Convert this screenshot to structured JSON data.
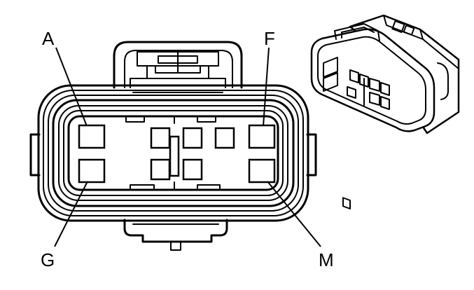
{
  "labels": {
    "top_left": "A",
    "top_right": "F",
    "bottom_left": "G",
    "bottom_right": "M"
  },
  "colors": {
    "line": "#000000",
    "background": "#ffffff"
  }
}
